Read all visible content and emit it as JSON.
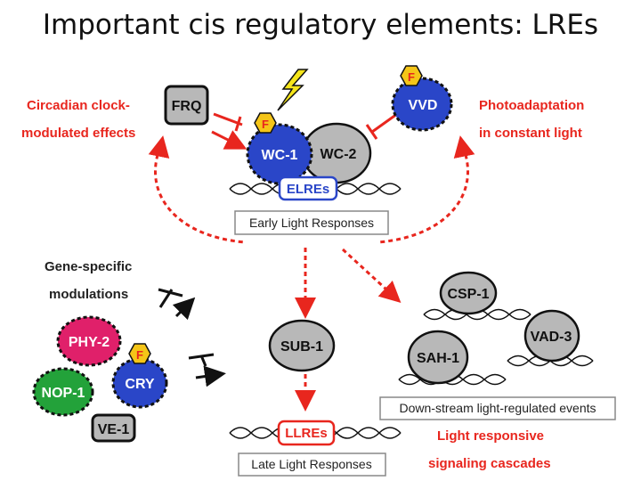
{
  "title": "Important cis regulatory elements: LREs",
  "labels": {
    "circadian_1": "Circadian clock-",
    "circadian_2": "modulated effects",
    "photo_1": "Photoadaptation",
    "photo_2": "in constant light",
    "gene_1": "Gene-specific",
    "gene_2": "modulations",
    "light_resp_1": "Light responsive",
    "light_resp_2": "signaling cascades"
  },
  "proteins": {
    "frq": "FRQ",
    "wc1": "WC-1",
    "wc2": "WC-2",
    "vvd": "VVD",
    "csp1": "CSP-1",
    "vad3": "VAD-3",
    "sah1": "SAH-1",
    "sub1": "SUB-1",
    "phy2": "PHY-2",
    "nop1": "NOP-1",
    "cry": "CRY",
    "ve1": "VE-1",
    "flavin": "F"
  },
  "elements": {
    "elres": "ELREs",
    "llres": "LLREs"
  },
  "boxes": {
    "early": "Early Light Responses",
    "downstream": "Down-stream light-regulated events",
    "late": "Late Light Responses"
  },
  "colors": {
    "accent_red": "#e8261e",
    "blue_protein": "#2a46c8",
    "gray_protein": "#b8b8b8",
    "pink_protein": "#e0206a",
    "green_protein": "#23a23a",
    "flavin_yellow": "#f5c518"
  }
}
